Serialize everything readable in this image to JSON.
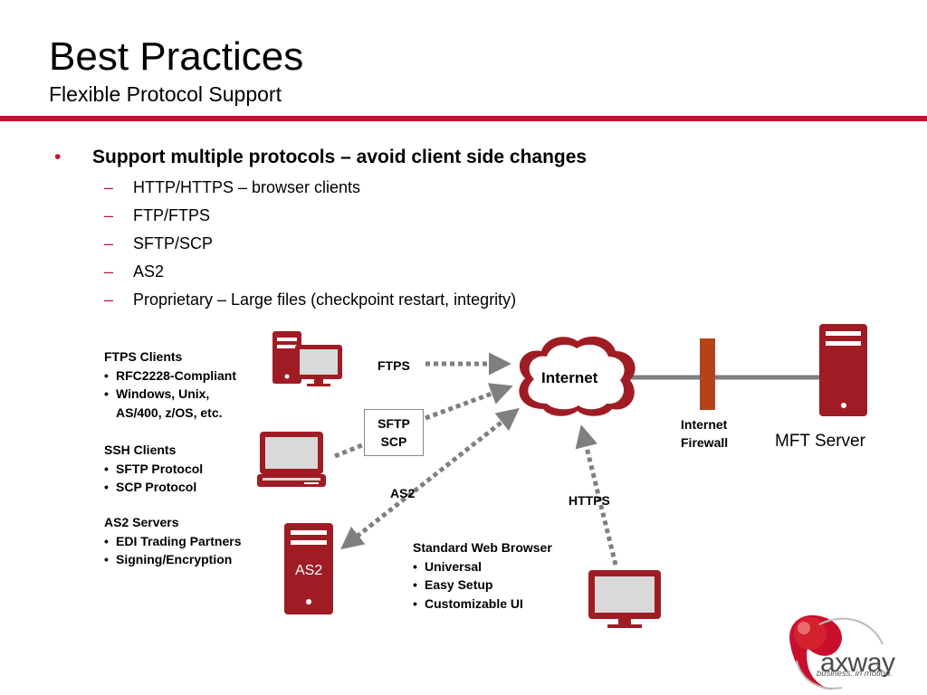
{
  "title": "Best Practices",
  "subtitle": "Flexible Protocol Support",
  "main_bullet": "Support multiple protocols – avoid client side changes",
  "sub_items": [
    "HTTP/HTTPS – browser clients",
    "FTP/FTPS",
    "SFTP/SCP",
    "AS2",
    "Proprietary – Large files (checkpoint restart, integrity)"
  ],
  "diagram": {
    "ftps_clients": {
      "heading": "FTPS Clients",
      "items": [
        "RFC2228-Compliant",
        "Windows, Unix,"
      ],
      "continuation": "AS/400, z/OS, etc."
    },
    "ssh_clients": {
      "heading": "SSH Clients",
      "items": [
        "SFTP Protocol",
        "SCP Protocol"
      ]
    },
    "as2_servers": {
      "heading": "AS2 Servers",
      "items": [
        "EDI Trading Partners",
        "Signing/Encryption"
      ]
    },
    "web_browser": {
      "heading": "Standard Web Browser",
      "items": [
        "Universal",
        "Easy Setup",
        "Customizable UI"
      ]
    },
    "connection_labels": {
      "ftps": "FTPS",
      "sftp": "SFTP",
      "scp": "SCP",
      "as2": "AS2",
      "https": "HTTPS"
    },
    "internet_label": "Internet",
    "firewall_label_line1": "Internet",
    "firewall_label_line2": "Firewall",
    "server_label": "MFT Server",
    "as2_server_device_label": "AS2"
  },
  "logo": {
    "name": "axway",
    "tagline": "business. in motion."
  },
  "colors": {
    "accent": "#c8102e",
    "device": "#a01c24",
    "firewall": "#b5431a",
    "arrow": "#7f7f7f"
  }
}
